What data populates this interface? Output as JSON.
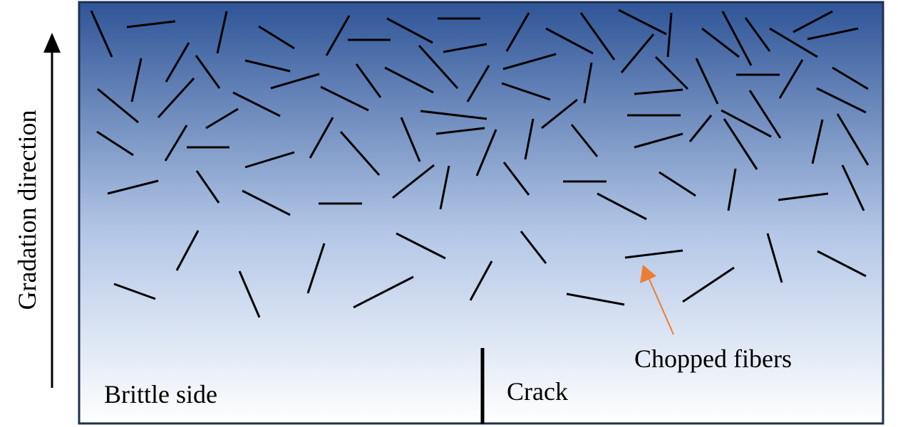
{
  "axis_label": "Gradation direction",
  "labels": {
    "brittle_side": "Brittle side",
    "crack": "Crack",
    "chopped_fibers": "Chopped fibers"
  },
  "colors": {
    "gradient_top": "#2f5597",
    "gradient_bottom": "#ffffff",
    "border": "#1f2f4f",
    "fiber": "#000000",
    "annotation_arrow": "#ed7d31"
  }
}
